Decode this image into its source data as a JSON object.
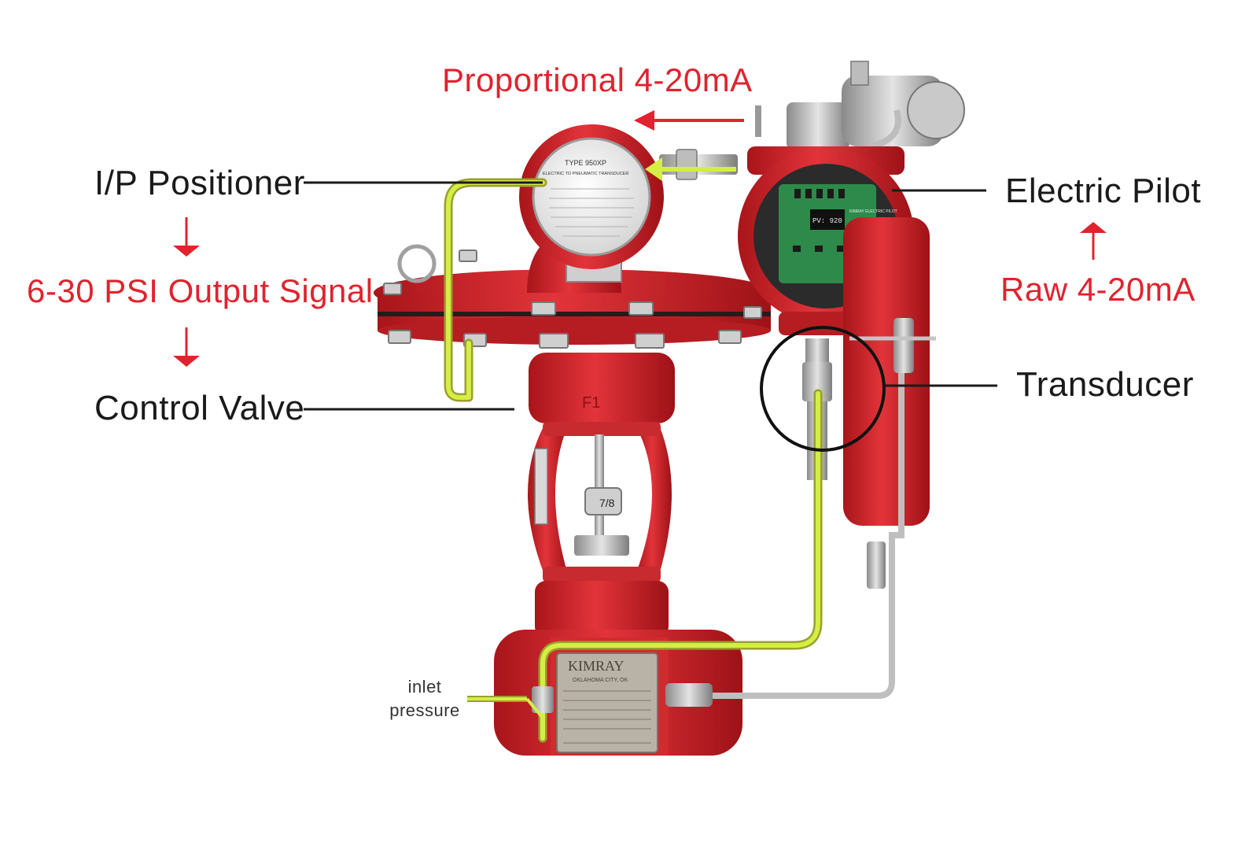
{
  "labels": {
    "proportional_signal": "Proportional 4-20mA",
    "ip_positioner": "I/P Positioner",
    "output_signal": "6-30 PSI Output Signal",
    "control_valve": "Control Valve",
    "electric_pilot": "Electric Pilot",
    "raw_signal": "Raw 4-20mA",
    "transducer": "Transducer",
    "inlet": "inlet",
    "pressure": "pressure"
  },
  "device_text": {
    "brand": "KIMRAY",
    "brand_sub": "OKLAHOMA CITY, OK",
    "positioner_type": "TYPE 950XP",
    "positioner_desc": "ELECTRIC TO PNEUMATIC TRANSDUCER",
    "pilot_pv": "PV: 920",
    "pilot_brand": "KIMRAY ELECTRIC PILOT",
    "bonnet_mark": "F1",
    "stem_mark": "7/8"
  },
  "colors": {
    "valve_red": "#d9262b",
    "annotation_red": "#e0232e",
    "tubing_yellow": "#c8e63a",
    "steel": "#b8b8b8",
    "board_green": "#2e8a4a"
  }
}
